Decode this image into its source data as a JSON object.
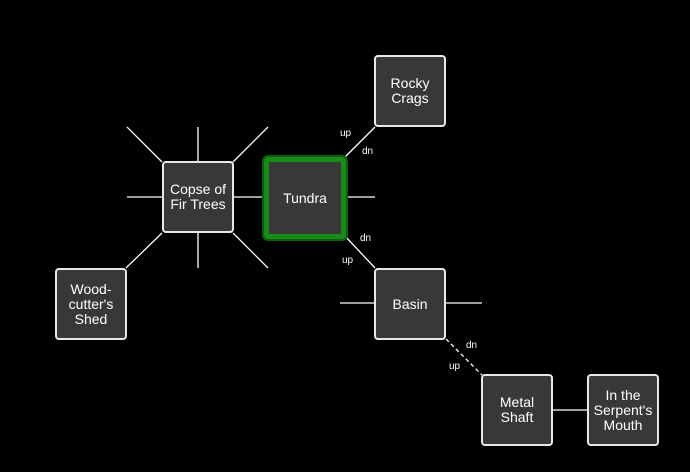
{
  "map": {
    "rooms": {
      "rocky_crags": "Rocky\nCrags",
      "copse": "Copse of\nFir Trees",
      "tundra": "Tundra",
      "woodcutters_shed": "Wood-\ncutter's\nShed",
      "basin": "Basin",
      "metal_shaft": "Metal\nShaft",
      "serpents_mouth": "In the\nSerpent's\nMouth"
    },
    "current_room": "Tundra",
    "exit_labels": {
      "tundra_rocky_up": "up",
      "tundra_rocky_dn": "dn",
      "tundra_basin_dn": "dn",
      "tundra_basin_up": "up",
      "basin_shaft_dn": "dn",
      "basin_shaft_up": "up"
    }
  },
  "colors": {
    "background": "#000000",
    "room_fill": "#383838",
    "room_border": "#e8e8e8",
    "current_border": "#1a8a1a",
    "exit_line": "#ffffff"
  }
}
